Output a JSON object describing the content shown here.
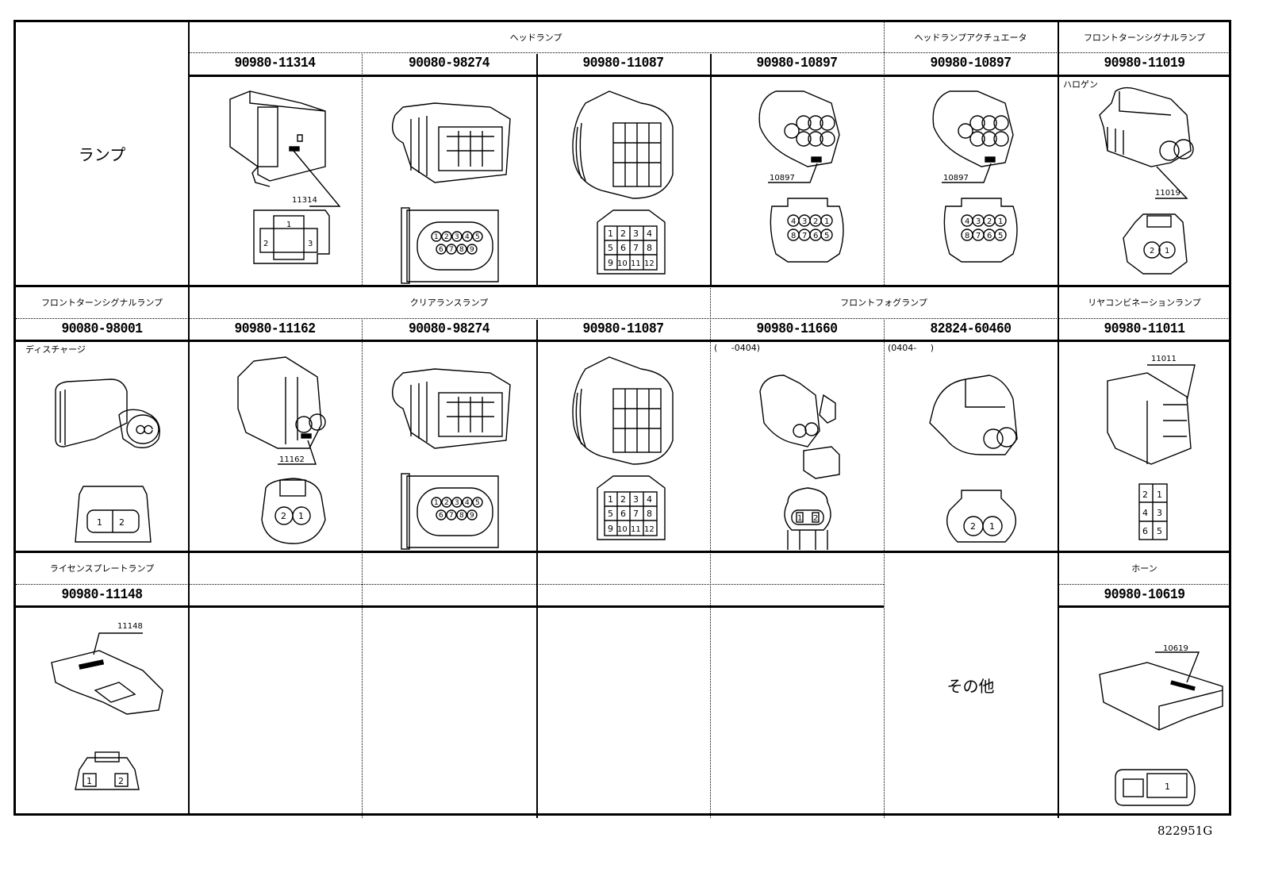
{
  "figure_id": "822951G",
  "side_labels": {
    "row1": "ランプ",
    "row3_other": "その他"
  },
  "rows": [
    {
      "categories": [
        {
          "label": "ヘッドランプ",
          "span": "cols 2-5"
        },
        {
          "label": "ヘッドランプアクチュエータ",
          "span": "col 6"
        },
        {
          "label": "フロントターンシグナルランプ",
          "span": "col 7"
        }
      ],
      "parts": [
        {
          "number": "90980-11314",
          "callout": "11314",
          "pins": [
            "1",
            "2",
            "3"
          ]
        },
        {
          "number": "90080-98274",
          "callout": "",
          "pins": [
            "1",
            "2",
            "3",
            "4",
            "5",
            "6",
            "7",
            "8",
            "9"
          ]
        },
        {
          "number": "90980-11087",
          "callout": "",
          "pins": [
            "1",
            "2",
            "3",
            "4",
            "5",
            "6",
            "7",
            "8",
            "9",
            "10",
            "11",
            "12"
          ]
        },
        {
          "number": "90980-10897",
          "callout": "10897",
          "pins": [
            "4",
            "3",
            "2",
            "1",
            "8",
            "7",
            "6",
            "5"
          ]
        },
        {
          "number": "90980-10897",
          "callout": "10897",
          "pins": [
            "4",
            "3",
            "2",
            "1",
            "8",
            "7",
            "6",
            "5"
          ]
        },
        {
          "number": "90980-11019",
          "callout": "11019",
          "note": "ハロゲン",
          "pins": [
            "2",
            "1"
          ]
        }
      ]
    },
    {
      "categories": [
        {
          "label": "フロントターンシグナルランプ",
          "span": "col 1"
        },
        {
          "label": "クリアランスランプ",
          "span": "cols 2-4"
        },
        {
          "label": "フロントフォグランプ",
          "span": "cols 5-6"
        },
        {
          "label": "リヤコンビネーションランプ",
          "span": "col 7"
        }
      ],
      "parts": [
        {
          "number": "90080-98001",
          "callout": "",
          "note": "ディスチャージ",
          "pins": [
            "1",
            "2"
          ]
        },
        {
          "number": "90980-11162",
          "callout": "11162",
          "pins": [
            "2",
            "1"
          ]
        },
        {
          "number": "90080-98274",
          "callout": "",
          "pins": [
            "1",
            "2",
            "3",
            "4",
            "5",
            "6",
            "7",
            "8",
            "9"
          ]
        },
        {
          "number": "90980-11087",
          "callout": "",
          "pins": [
            "1",
            "2",
            "3",
            "4",
            "5",
            "6",
            "7",
            "8",
            "9",
            "10",
            "11",
            "12"
          ]
        },
        {
          "number": "90980-11660",
          "callout": "",
          "note": "(     -0404)",
          "pins": [
            "1",
            "2"
          ]
        },
        {
          "number": "82824-60460",
          "callout": "",
          "note": "(0404-     )",
          "pins": [
            "2",
            "1"
          ]
        },
        {
          "number": "90980-11011",
          "callout": "11011",
          "pins": [
            "2",
            "1",
            "4",
            "3",
            "6",
            "5"
          ]
        }
      ]
    },
    {
      "categories": [
        {
          "label": "ライセンスプレートランプ",
          "span": "col 1"
        },
        {
          "label": "",
          "span": "col 2"
        },
        {
          "label": "",
          "span": "col 3"
        },
        {
          "label": "",
          "span": "col 4"
        },
        {
          "label": "",
          "span": "col 5"
        },
        {
          "label": "ホーン",
          "span": "col 7"
        }
      ],
      "parts": [
        {
          "number": "90980-11148",
          "callout": "11148",
          "pins": [
            "1",
            "2"
          ]
        },
        {
          "number": "90980-10619",
          "callout": "10619",
          "pins": [
            "1"
          ]
        }
      ]
    }
  ]
}
